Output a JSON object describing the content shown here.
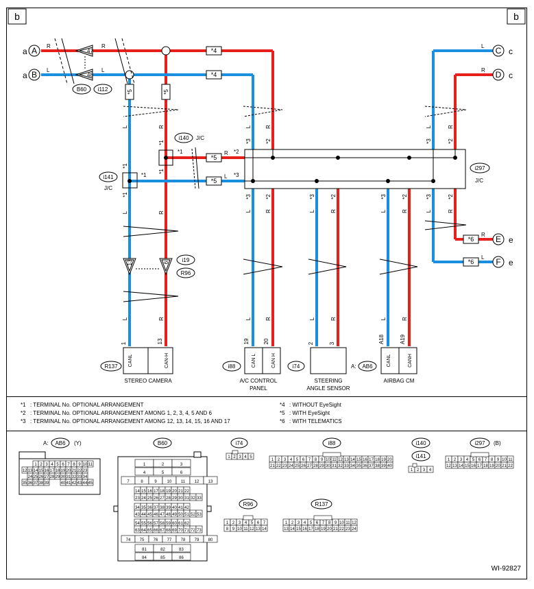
{
  "corner_label": "b",
  "left_inputs": [
    {
      "side": "a",
      "letter": "A",
      "wire": "R"
    },
    {
      "side": "a",
      "letter": "B",
      "wire": "L"
    }
  ],
  "right_outputs": [
    {
      "letter": "C",
      "side": "c",
      "wire": "L"
    },
    {
      "letter": "D",
      "side": "c",
      "wire": "R"
    },
    {
      "letter": "E",
      "side": "e",
      "wire": "R"
    },
    {
      "letter": "F",
      "side": "e",
      "wire": "L"
    }
  ],
  "pins": {
    "p47": "47",
    "p48": "48",
    "p13": "13",
    "p6": "6"
  },
  "connectors": {
    "b60": "B60",
    "i112": "i112",
    "i140": "i140",
    "i141": "i141",
    "i297": "i297",
    "i19": "i19",
    "r96": "R96",
    "r137": "R137",
    "i88": "i88",
    "i74": "i74",
    "ab6": "AB6"
  },
  "jc": "J/C",
  "star": {
    "s1": "*1",
    "s2": "*2",
    "s3": "*3",
    "s4": "*4",
    "s5": "*5",
    "s6": "*6"
  },
  "wire_color": {
    "red": "R",
    "blue": "L"
  },
  "components": {
    "stereo_camera": {
      "name": "STEREO CAMERA",
      "pin_l": "1",
      "pin_h": "13",
      "t_l": "CANL",
      "t_h": "CAN-H"
    },
    "ac_panel": {
      "name1": "A/C CONTROL",
      "name2": "PANEL",
      "pin_l": "19",
      "pin_h": "20",
      "t_l": "CAN L",
      "t_h": "CAN H"
    },
    "steering": {
      "name1": "STEERING",
      "name2": "ANGLE SENSOR",
      "pin_l": "2",
      "pin_h": "3"
    },
    "airbag": {
      "name": "AIRBAG CM",
      "prefix": "A:",
      "pin_l": "A18",
      "pin_h": "A19",
      "t_l": "CANL",
      "t_h": "CANH"
    }
  },
  "legend": [
    {
      "key": "*1",
      "text": ": TERMINAL No. OPTIONAL ARRANGEMENT"
    },
    {
      "key": "*2",
      "text": ": TERMINAL No. OPTIONAL ARRANGEMENT AMONG 1, 2, 3, 4, 5 AND 6"
    },
    {
      "key": "*3",
      "text": ": TERMINAL No. OPTIONAL ARRANGEMENT AMONG 12, 13, 14, 15, 16 AND 17"
    },
    {
      "key": "*4",
      "text": ": WITHOUT EyeSight"
    },
    {
      "key": "*5",
      "text": ": WITH EyeSight"
    },
    {
      "key": "*6",
      "text": ": WITH TELEMATICS"
    }
  ],
  "connector_views": {
    "ab6": {
      "prefix": "A:",
      "name": "AB6",
      "suffix": "(Y)"
    },
    "b60": {
      "name": "B60"
    },
    "i74": {
      "name": "i74"
    },
    "i88": {
      "name": "i88"
    },
    "i140": {
      "name": "i140"
    },
    "i141": {
      "name": "i141"
    },
    "i297": {
      "name": "i297",
      "suffix": "(B)"
    },
    "r96": {
      "name": "R96"
    },
    "r137": {
      "name": "R137"
    }
  },
  "figure_id": "WI-92827",
  "colors": {
    "red": "#e8201c",
    "blue": "#1a8fe0"
  }
}
